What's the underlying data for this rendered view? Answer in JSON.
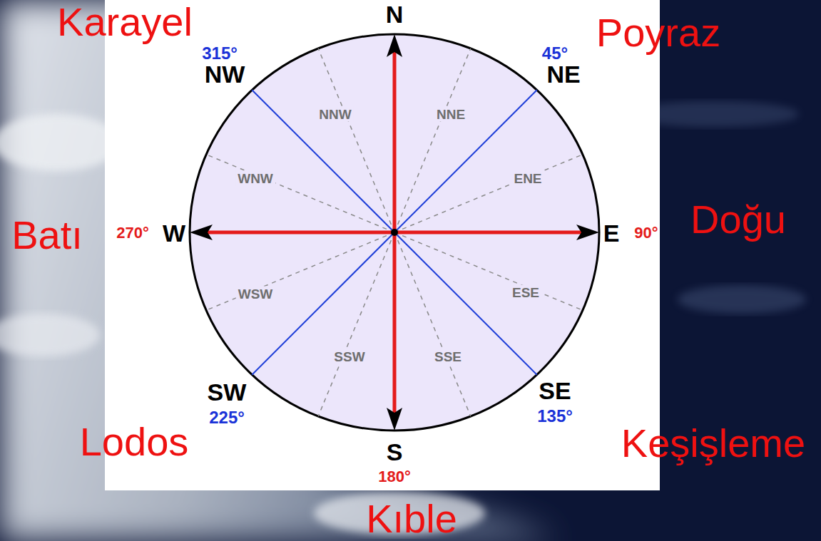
{
  "diagram": {
    "labels": [
      "Karayel",
      "N",
      "Poyraz",
      "315°",
      "45°",
      "NW",
      "NE",
      "NNW",
      "NNE",
      "WNW",
      "ENE",
      "Batı",
      "270°",
      "W",
      "E",
      "90°",
      "Doğu",
      "WSW",
      "ESE",
      "SSW",
      "SSE",
      "SW",
      "SE",
      "225°",
      "135°",
      "Lodos",
      "S",
      "Keşişleme",
      "180°",
      "Kıble"
    ]
  }
}
